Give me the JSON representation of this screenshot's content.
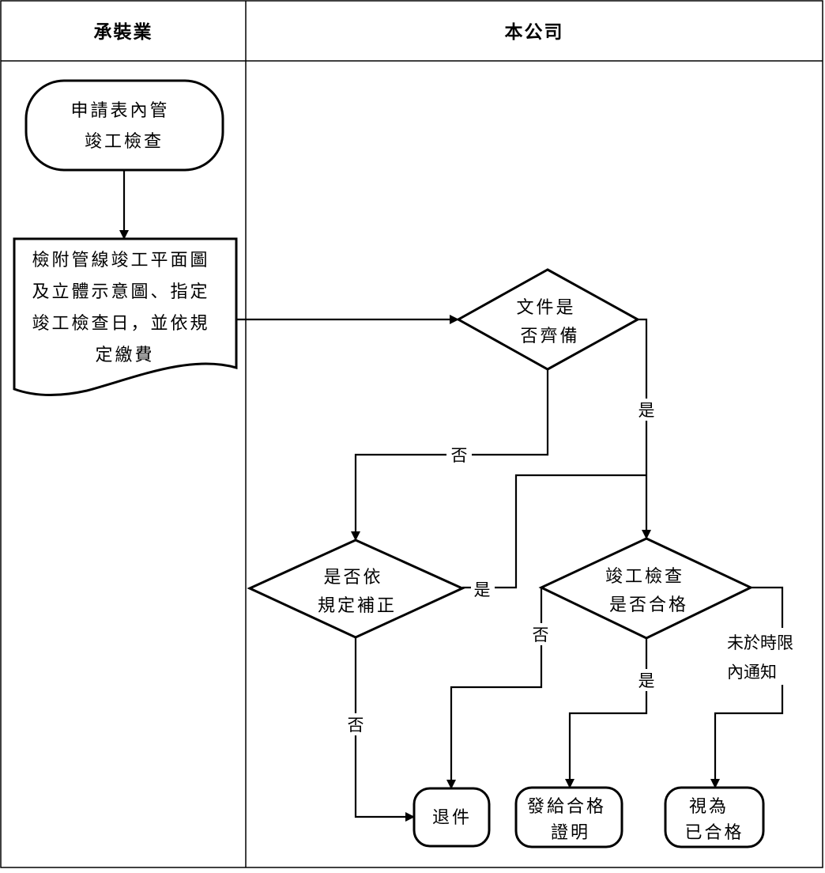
{
  "lanes": {
    "applicant": "承裝業",
    "company": "本公司"
  },
  "nodes": {
    "start": [
      "申請表內管",
      "竣工檢查"
    ],
    "documents": [
      "檢附管線竣工平面圖",
      "及立體示意圖、指定",
      "竣工檢查日，並依規",
      "定繳費"
    ],
    "docs_complete": [
      "文件是",
      "否齊備"
    ],
    "correction": [
      "是否依",
      "規定補正"
    ],
    "inspection_pass": [
      "竣工檢查",
      "是否合格"
    ],
    "reject": [
      "退件"
    ],
    "issue_certificate": [
      "發給合格",
      "證明"
    ],
    "deemed_pass": [
      "視為",
      "已合格"
    ]
  },
  "edge_labels": {
    "docs_yes": "是",
    "docs_no": "否",
    "correction_yes": "是",
    "correction_no": "否",
    "inspection_no": "否",
    "inspection_yes": "是",
    "not_notified": [
      "未於時限",
      "內通知"
    ]
  }
}
